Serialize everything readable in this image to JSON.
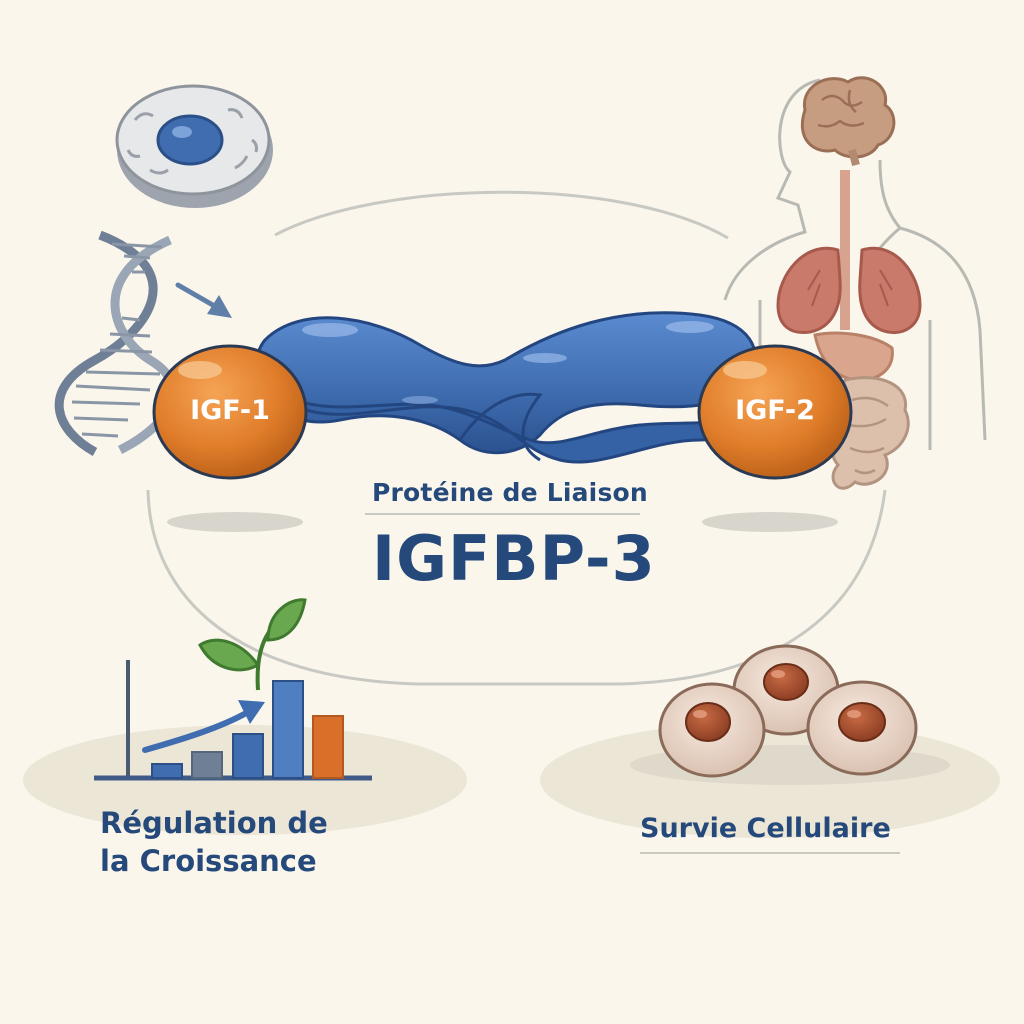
{
  "colors": {
    "background": "#faf6ec",
    "text": "#24497a",
    "protein_blue": "#3f6db0",
    "ligand_orange": "#e07d2a",
    "outline": "#c9c9c4"
  },
  "protein": {
    "subtitle": "Protéine de Liaison",
    "name": "IGFBP-3"
  },
  "ligands": {
    "left": "IGF-1",
    "right": "IGF-2"
  },
  "functions": {
    "growth": {
      "line1": "Régulation de",
      "line2": "la Croissance"
    },
    "survival": "Survie Cellulaire"
  },
  "icons": [
    "cell-icon",
    "dna-helix-icon",
    "arrow-icon",
    "human-body-icon",
    "brain-icon",
    "lungs-icon",
    "intestine-icon",
    "plant-sprout-icon",
    "bar-chart-icon",
    "cell-cluster-icon"
  ]
}
